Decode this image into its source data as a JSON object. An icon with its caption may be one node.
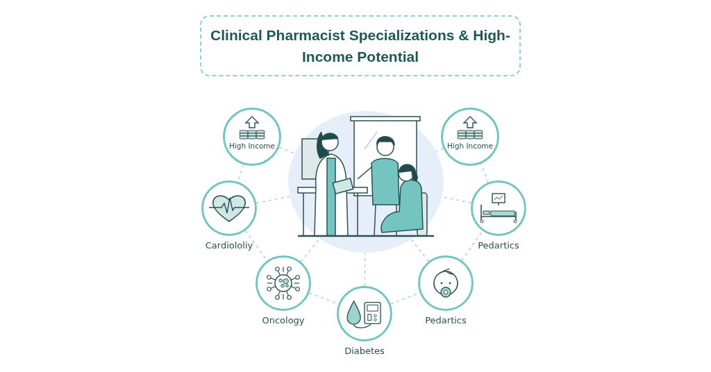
{
  "diagram": {
    "title": "Clinical Pharmacist Specializations & High-Income Potential",
    "nodes": [
      {
        "text": [],
        "shape": "picture"
      },
      {
        "text": [
          "High Income"
        ]
      },
      {
        "text": [
          "Cardiololiy"
        ]
      },
      {
        "text": [
          "Oncology"
        ]
      },
      {
        "text": [
          "Diabetes"
        ]
      },
      {
        "text": [
          "Pedartics"
        ]
      },
      {
        "text": [
          "Pedartics"
        ]
      },
      {
        "text": [
          "High Income"
        ]
      }
    ],
    "edges": [
      {
        "from": 1,
        "to": 0,
        "arrow": "none",
        "style": "dashed"
      },
      {
        "from": 1,
        "to": 2,
        "arrow": "none",
        "style": "dashed"
      },
      {
        "from": 2,
        "to": 0,
        "arrow": "none",
        "style": "dashed"
      },
      {
        "from": 2,
        "to": 3,
        "arrow": "none",
        "style": "dashed"
      },
      {
        "from": 3,
        "to": 0,
        "arrow": "none",
        "style": "dashed"
      },
      {
        "from": 3,
        "to": 4,
        "arrow": "none",
        "style": "dashed"
      },
      {
        "from": 4,
        "to": 0,
        "arrow": "none",
        "style": "dashed"
      },
      {
        "from": 4,
        "to": 5,
        "arrow": "none",
        "style": "dashed"
      },
      {
        "from": 5,
        "to": 0,
        "arrow": "none",
        "style": "dashed"
      },
      {
        "from": 5,
        "to": 6,
        "arrow": "none",
        "style": "dashed"
      },
      {
        "from": 6,
        "to": 0,
        "arrow": "none",
        "style": "dashed"
      },
      {
        "from": 6,
        "to": 7,
        "arrow": "none",
        "style": "dashed"
      },
      {
        "from": 7,
        "to": 0,
        "arrow": "none",
        "style": "dashed"
      }
    ]
  }
}
